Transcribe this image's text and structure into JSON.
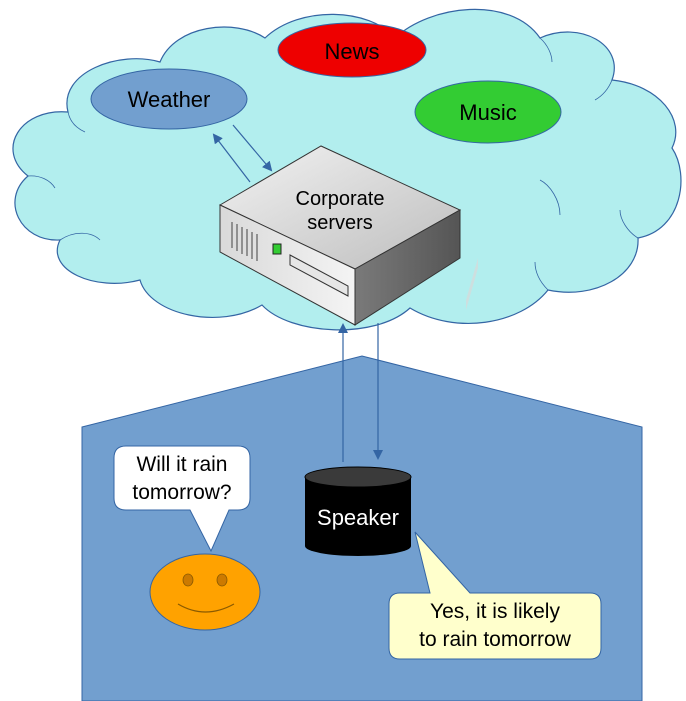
{
  "cloud": {
    "services": [
      {
        "label": "News",
        "color": "#ee0000"
      },
      {
        "label": "Weather",
        "color": "#729fcf"
      },
      {
        "label": "Music",
        "color": "#33cc33"
      }
    ],
    "fill": "#b2eeee",
    "stroke": "#3465a4"
  },
  "server": {
    "line1": "Corporate",
    "line2": "servers"
  },
  "house": {
    "fill": "#729fcf"
  },
  "user": {
    "question_line1": "Will it rain",
    "question_line2": "tomorrow?",
    "face_color": "#ffa200"
  },
  "speaker": {
    "label": "Speaker"
  },
  "reply": {
    "line1": "Yes, it is likely",
    "line2": "to rain tomorrow",
    "fill": "#ffffcc"
  },
  "arrow_color": "#3465a4"
}
